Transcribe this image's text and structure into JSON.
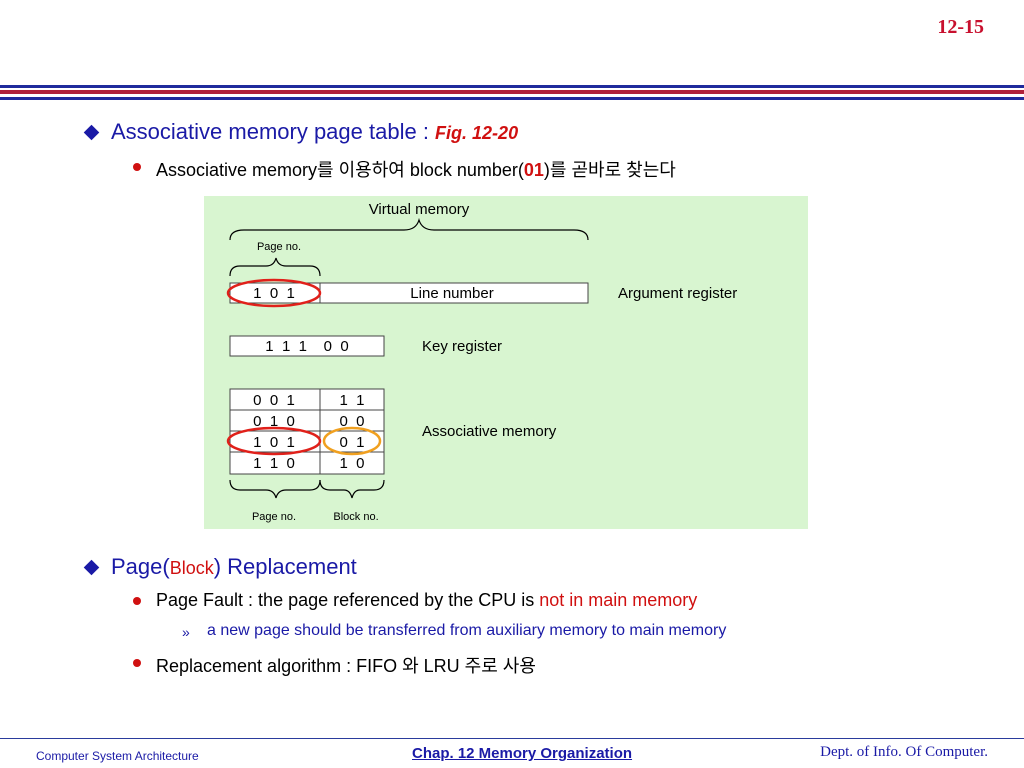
{
  "header": {
    "page_number": "12-15"
  },
  "bullets": {
    "b1": {
      "text": "Associative memory page table : ",
      "fig": "Fig. 12-20"
    },
    "b1_1": {
      "pre": "Associative memory를 이용하여 block number(",
      "bold": "01",
      "post": ")를  곧바로 찾는다"
    },
    "b2": {
      "pre": "Page(",
      "mid": "Block",
      "post": ") Replacement"
    },
    "b2_1": {
      "pre": "Page Fault : the page referenced by the CPU is ",
      "red": "not in main memory"
    },
    "b2_1_1": {
      "marker": "»",
      "text": "a new page should be transferred from auxiliary memory to main memory"
    },
    "b2_2": {
      "text": "Replacement algorithm : FIFO 와 LRU 주로 사용"
    }
  },
  "diagram": {
    "virtual_memory": "Virtual memory",
    "page_no_top": "Page no.",
    "argument_bits": "1  0  1",
    "line_number": "Line number",
    "argument_register": "Argument register",
    "key_bits": "1  1  1    0  0",
    "key_register": "Key register",
    "assoc_rows": [
      {
        "page": "0  0  1",
        "block": "1  1"
      },
      {
        "page": "0  1  0",
        "block": "0  0"
      },
      {
        "page": "1  0  1",
        "block": "0  1"
      },
      {
        "page": "1  1  0",
        "block": "1  0"
      }
    ],
    "associative_memory": "Associative memory",
    "page_no_bottom": "Page no.",
    "block_no": "Block no.",
    "colors": {
      "background": "#d8f5d0",
      "red_circle": "#e0201a",
      "orange_circle": "#f0a020"
    }
  },
  "footer": {
    "left": "Computer System Architecture",
    "middle": "Chap. 12  Memory Organization",
    "right": "Dept. of  Info. Of  Computer."
  }
}
